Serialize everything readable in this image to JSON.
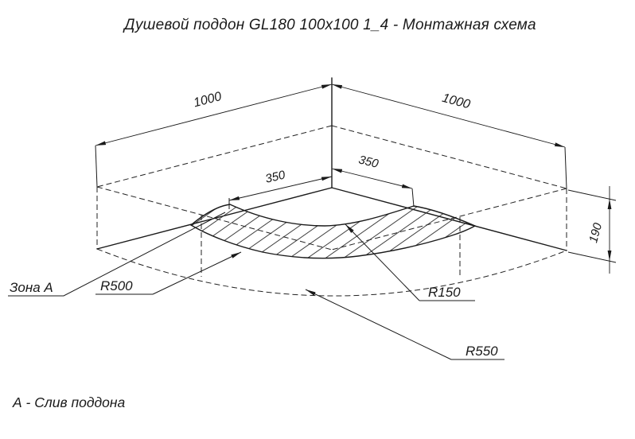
{
  "title": "Душевой поддон GL180 100x100 1_4 - Монтажная схема",
  "drawing": {
    "dimensions": {
      "width_left": "1000",
      "width_right": "1000",
      "offset_left": "350",
      "offset_right": "350",
      "height": "190"
    },
    "radii": {
      "r500": "R500",
      "r150": "R150",
      "r550": "R550"
    },
    "zone_label": "Зона А"
  },
  "legend": {
    "note": "А - Слив поддона"
  },
  "colors": {
    "line": "#1a1a1a",
    "background": "#ffffff"
  }
}
